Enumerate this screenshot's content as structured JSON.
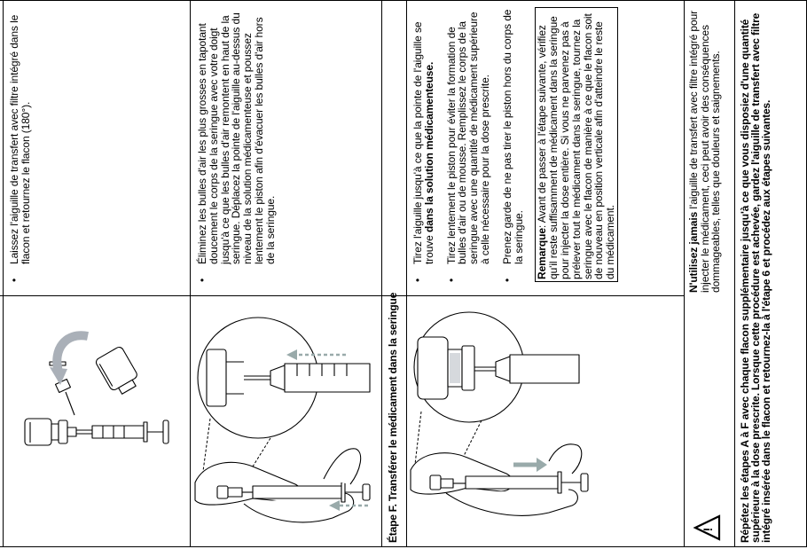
{
  "step_e_end": {
    "bullet": "•",
    "invert_text": "Laissez l'aiguille de transfert avec filtre intégré dans le flacon et retournez le flacon (180°).",
    "bubbles_text": "Éliminez les bulles d'air les plus grosses en tapotant doucement le corps de la seringue avec votre doigt jusqu'à ce que les bulles d'air remontent en haut de la seringue. Déplacez la pointe de l'aiguille au-dessus du niveau de la solution médicamenteuse et poussez lentement le piston afin d'évacuer les bulles d'air hors de la seringue."
  },
  "step_f": {
    "heading": "Étape F. Transférer le médicament dans la seringue",
    "bullet": "•",
    "b1_pre": "Tirez l'aiguille jusqu'à ce que la pointe de l'aiguille se trouve ",
    "b1_bold": "dans la solution médicamenteuse.",
    "b2": "Tirez lentement le piston pour éviter la formation de bulles d'air ou de mousse. Remplissez le corps de la seringue avec une quantité de médicament supérieure à celle nécessaire pour la dose prescrite.",
    "b3": "Prenez garde de ne pas tirer le piston hors du corps de la seringue.",
    "remark_label": "Remarque",
    "remark_text": ": Avant de passer à l'étape suivante, vérifiez qu'il reste suffisamment de médicament dans la seringue pour injecter la dose entière. Si vous ne parvenez pas à prélever tout le médicament dans la seringue, tournez la seringue avec le flacon de manière à ce que le flacon soit de nouveau en position verticale afin d'atteindre le reste du médicament."
  },
  "warning": {
    "icon_glyph": "!",
    "bold": "N'utilisez jamais",
    "text": " l'aiguille de transfert avec filtre intégré pour injecter le médicament, ceci peut avoir des conséquences dommageables, telles que douleurs et saignements."
  },
  "repeat_instruction": "Répétez les étapes A à F avec chaque flacon supplémentaire jusqu'à ce que vous disposiez d'une quantité supérieure à la dose prescrite. Lorsque cette procédure est achevée, gardez l'aiguille de transfert avec filtre intégré insérée dans le flacon et retournez-la à l'étape 6 et procédez aux étapes suivantes."
}
